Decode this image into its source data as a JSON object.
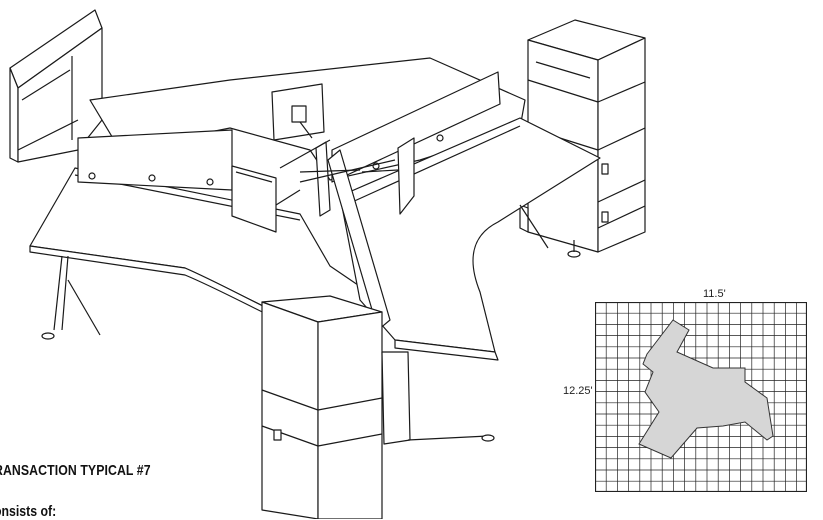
{
  "title": "RANSACTION TYPICAL #7",
  "subtitle": "onsists of:",
  "plan": {
    "width_label": "11.5'",
    "height_label": "12.25'",
    "fill_color": "#d6d6d6",
    "grid_color": "#222222"
  }
}
